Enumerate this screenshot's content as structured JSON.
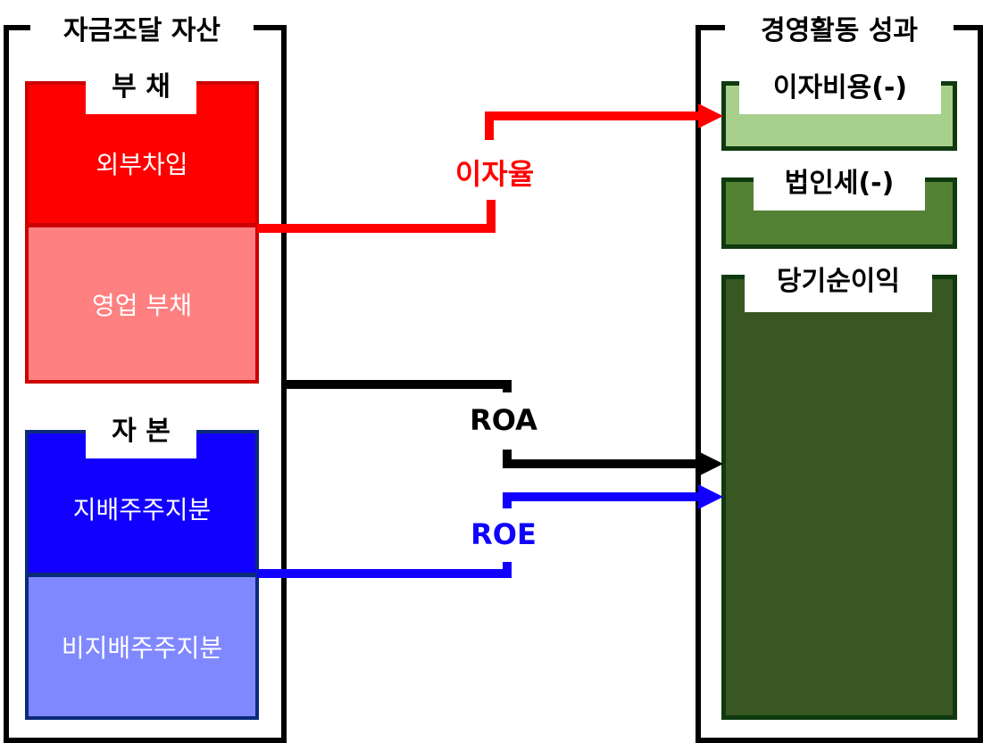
{
  "left": {
    "title": "자금조달 자산",
    "debt": {
      "title": "부 채",
      "external_borrowing": "외부차입",
      "operating_liabilities": "영업 부채",
      "colors": {
        "external": "#ff0000",
        "operating": "#ff8080",
        "border": "#cc0000"
      }
    },
    "equity": {
      "title": "자 본",
      "controlling_interest": "지배주주지분",
      "non_controlling_interest": "비지배주주지분",
      "colors": {
        "controlling": "#1100ff",
        "non_controlling": "#8088ff",
        "border": "#0a2a7a"
      }
    }
  },
  "right": {
    "title": "경영활동 성과",
    "interest_expense": {
      "label": "이자비용(-)",
      "color": "#a8d08d"
    },
    "corporate_tax": {
      "label": "법인세(-)",
      "color": "#548235"
    },
    "net_income": {
      "label": "당기순이익",
      "color": "#385723"
    },
    "border_color": "#0f3a0f"
  },
  "connectors": {
    "interest_rate": {
      "label": "이자율",
      "color": "#ff0000"
    },
    "roa": {
      "label": "ROA",
      "color": "#000000"
    },
    "roe": {
      "label": "ROE",
      "color": "#1100ff"
    }
  }
}
